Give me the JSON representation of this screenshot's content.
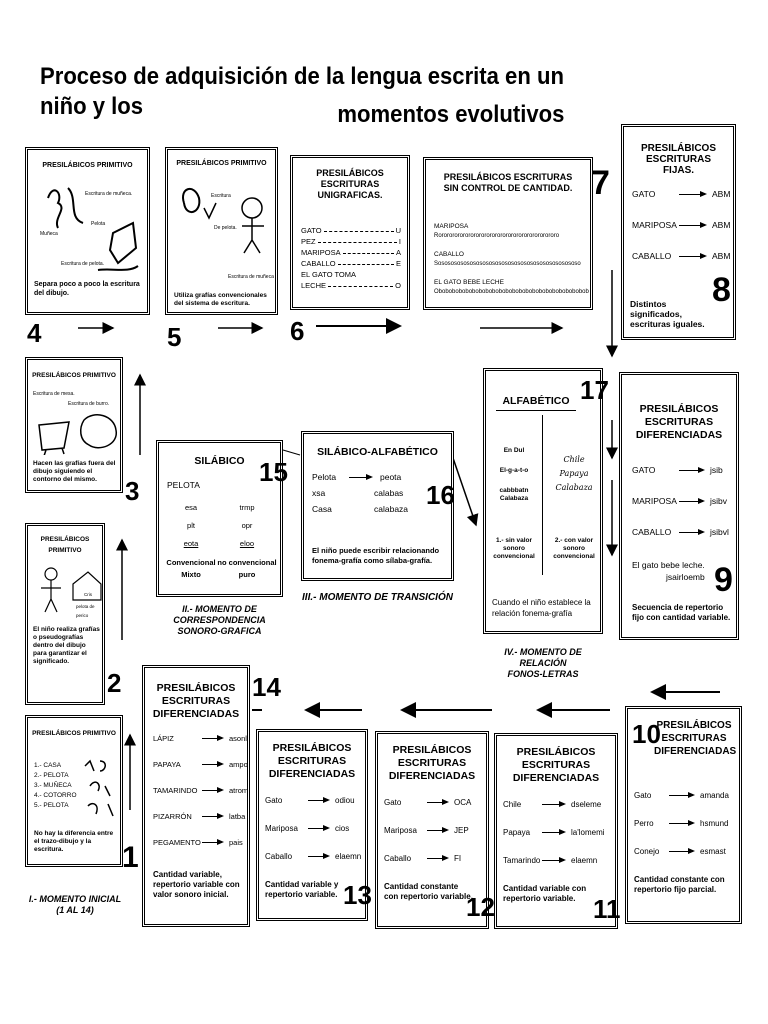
{
  "title": {
    "line1": "Proceso de adquisición de la lengua escrita en un niño y los",
    "line2": "momentos evolutivos"
  },
  "step4": {
    "header": "PRESILÁBICOS PRIMITIVO",
    "label_a": "Escritura de muñeca.",
    "label_b": "Pelota",
    "label_c": "Muñeca",
    "label_d": "Escritura de pelota.",
    "note": "Separa poco a poco la escritura del dibujo.",
    "num": "4"
  },
  "step5": {
    "header": "PRESILÁBICOS PRIMITIVO",
    "label_a": "Escritura",
    "label_b": "De pelota.",
    "label_c": "Escritura de muñeca",
    "note": "Utiliza grafías convencionales del sistema de escritura.",
    "num": "5"
  },
  "step6": {
    "header": "PRESILÁBICOS ESCRITURAS UNIGRAFICAS.",
    "rows": [
      {
        "w": "GATO",
        "l": "U"
      },
      {
        "w": "PEZ",
        "l": "I"
      },
      {
        "w": "MARIPOSA",
        "l": "A"
      },
      {
        "w": "CABALLO",
        "l": "E"
      },
      {
        "w": "EL GATO TOMA",
        "l": ""
      },
      {
        "w": "LECHE",
        "l": "O"
      }
    ],
    "num": "6"
  },
  "step7": {
    "header": "PRESILÁBICOS ESCRITURAS SIN CONTROL DE CANTIDAD.",
    "w1": "MARIPOSA",
    "s1": "Rororororororororororororororororororororororo",
    "w2": "CABALLO",
    "s2": "Sososososososososososososososososososososososo",
    "w3": "EL GATO BEBE LECHE",
    "s3": "Obobobobobobobobobobobobobobobobobobobobobobobo",
    "num": "7"
  },
  "step8": {
    "header": "PRESILÁBICOS ESCRITURAS FIJAS.",
    "rows": [
      {
        "w": "GATO",
        "r": "ABM"
      },
      {
        "w": "MARIPOSA",
        "r": "ABM"
      },
      {
        "w": "CABALLO",
        "r": "ABM"
      }
    ],
    "note": "Distintos significados, escrituras iguales.",
    "num": "8"
  },
  "step3": {
    "header": "PRESILÁBICOS PRIMITIVO",
    "label_a": "Escritura de mesa.",
    "label_b": "Escritura de burro.",
    "note": "Hacen las grafías fuera del dibujo siguiendo el contorno del mismo.",
    "num": "3"
  },
  "step2": {
    "header": "PRESILÁBICOS PRIMITIVO",
    "label_a": "Cris",
    "label_b": "pelota de perico",
    "note": "El niño realiza grafías o pseudografías dentro del dibujo para garantizar el significado.",
    "num": "2"
  },
  "step1": {
    "header": "PRESILÁBICOS PRIMITIVO",
    "list": [
      "1.- CASA",
      "2.- PELOTA",
      "3.- MUÑECA",
      "4.- COTORRO",
      "5.- PELOTA"
    ],
    "note": "No hay la diferencia entre el trazo-dibujo y la escritura.",
    "num": "1"
  },
  "caption1": {
    "line1": "I.- MOMENTO INICIAL",
    "line2": "(1 AL 14)"
  },
  "step15": {
    "header": "SILÁBICO",
    "word": "PELOTA",
    "pairs": [
      [
        "esa",
        "trmp"
      ],
      [
        "plt",
        "opr"
      ],
      [
        "eota",
        "eloo"
      ]
    ],
    "conv": "Convencional",
    "noconv": "no convencional",
    "mixto": "Mixto",
    "puro": "puro",
    "num": "15"
  },
  "caption2": {
    "line1": "II.- MOMENTO DE",
    "line2": "CORRESPONDENCIA",
    "line3": "SONORO-GRAFICA"
  },
  "step16": {
    "header": "SILÁBICO-ALFABÉTICO",
    "rows": [
      [
        "Pelota",
        "peota"
      ],
      [
        "xsa",
        "calabas"
      ],
      [
        "Casa",
        "calabaza"
      ]
    ],
    "note": "El niño puede escribir relacionando fonema-grafía como sílaba-grafía.",
    "num": "16"
  },
  "caption3": {
    "line1": "III.- MOMENTO DE TRANSICIÓN"
  },
  "step17": {
    "header": "ALFABÉTICO",
    "left": [
      "En Dul",
      "El-g-a-t-o",
      "cabbbatn Calabaza"
    ],
    "right": [
      "Chile",
      "Papaya",
      "Calabaza"
    ],
    "left_note": "1.- sin valor sonoro convencional",
    "right_note": "2.- con valor sonoro convencional",
    "note": "Cuando el niño establece la relación fonema-grafía",
    "num": "17"
  },
  "caption4": {
    "line1": "IV.- MOMENTO DE RELACIÓN",
    "line2": "FONOS-LETRAS"
  },
  "step9": {
    "header": "PRESILÁBICOS ESCRITURAS DIFERENCIADAS",
    "rows": [
      {
        "w": "GATO",
        "r": "jsib"
      },
      {
        "w": "MARIPOSA",
        "r": "jsibv"
      },
      {
        "w": "CABALLO",
        "r": "jsibvl"
      }
    ],
    "sentence": "El gato bebe leche.",
    "sentence_r": "jsairloemb",
    "note": "Secuencia de repertorio fijo con cantidad variable.",
    "num": "9"
  },
  "step14": {
    "header": "PRESILÁBICOS ESCRITURAS DIFERENCIADAS",
    "rows": [
      {
        "w": "LÁPIZ",
        "r": "asonl"
      },
      {
        "w": "PAPAYA",
        "r": "ampo"
      },
      {
        "w": "TAMARINDO",
        "r": "atrom"
      },
      {
        "w": "PIZARRÓN",
        "r": "latba"
      },
      {
        "w": "PEGAMENTO",
        "r": "pais"
      }
    ],
    "note": "Cantidad variable, repertorio variable con valor sonoro inicial.",
    "num": "14"
  },
  "step13": {
    "header": "PRESILÁBICOS ESCRITURAS DIFERENCIADAS",
    "rows": [
      {
        "w": "Gato",
        "r": "odiou"
      },
      {
        "w": "Mariposa",
        "r": "cios"
      },
      {
        "w": "Caballo",
        "r": "elaemn"
      }
    ],
    "note": "Cantidad variable y repertorio variable.",
    "num": "13"
  },
  "step12": {
    "header": "PRESILÁBICOS ESCRITURAS DIFERENCIADAS",
    "rows": [
      {
        "w": "Gato",
        "r": "OCA"
      },
      {
        "w": "Mariposa",
        "r": "JEP"
      },
      {
        "w": "Caballo",
        "r": "FI"
      }
    ],
    "note": "Cantidad constante con repertorio variable.",
    "num": "12"
  },
  "step11": {
    "header": "PRESILÁBICOS ESCRITURAS DIFERENCIADAS",
    "rows": [
      {
        "w": "Chile",
        "r": "dseleme"
      },
      {
        "w": "Papaya",
        "r": "la'lomemi"
      },
      {
        "w": "Tamarindo",
        "r": "elaemn"
      }
    ],
    "note": "Cantidad variable con repertorio variable.",
    "num": "11"
  },
  "step10": {
    "header": "PRESILÁBICOS ESCRITURAS DIFERENCIADAS",
    "rows": [
      {
        "w": "Gato",
        "r": "amanda"
      },
      {
        "w": "Perro",
        "r": "hsmund"
      },
      {
        "w": "Conejo",
        "r": "esmast"
      }
    ],
    "note": "Cantidad constante con repertorio fijo parcial.",
    "num": "10"
  }
}
